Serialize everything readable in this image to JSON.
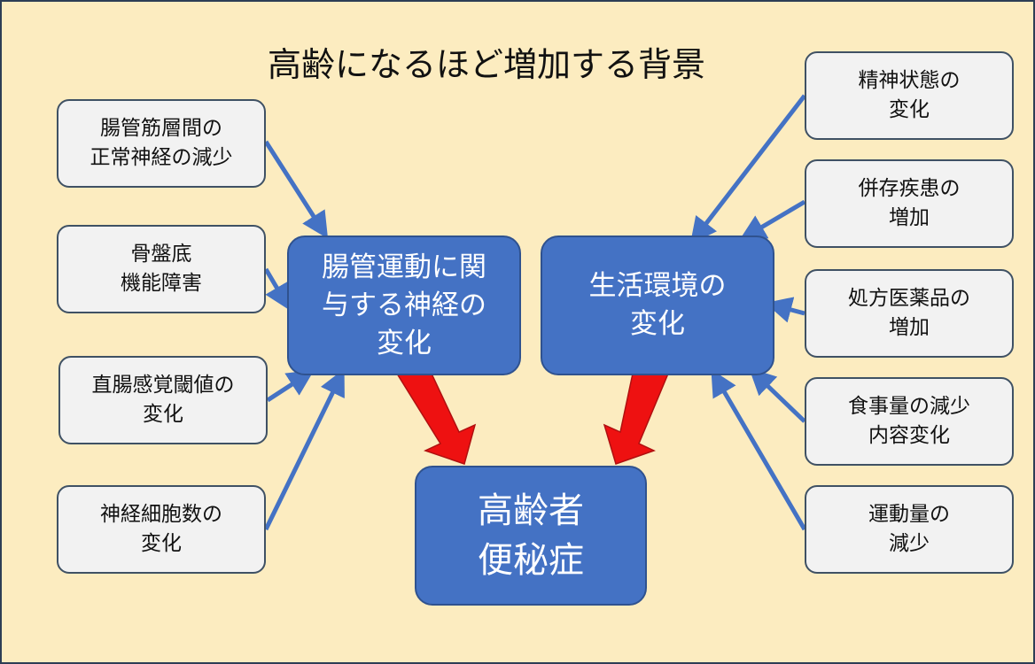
{
  "title": "高齢になるほど増加する背景",
  "left_factors": [
    {
      "line1": "腸管筋層間の",
      "line2": "正常神経の減少"
    },
    {
      "line1": "骨盤底",
      "line2": "機能障害"
    },
    {
      "line1": "直腸感覚閾値の",
      "line2": "変化"
    },
    {
      "line1": "神経細胞数の",
      "line2": "変化"
    }
  ],
  "right_factors": [
    {
      "line1": "精神状態の",
      "line2": "変化"
    },
    {
      "line1": "併存疾患の",
      "line2": "増加"
    },
    {
      "line1": "処方医薬品の",
      "line2": "増加"
    },
    {
      "line1": "食事量の減少",
      "line2": "内容変化"
    },
    {
      "line1": "運動量の",
      "line2": "減少"
    }
  ],
  "nerve_change": {
    "line1": "腸管運動に関",
    "line2": "与する神経の",
    "line3": "変化"
  },
  "life_change": {
    "line1": "生活環境の",
    "line2": "変化"
  },
  "result": {
    "line1": "高齢者",
    "line2": "便秘症"
  },
  "colors": {
    "background": "#fcecc0",
    "main_box": "#4472c4",
    "side_box": "#f2f2f2",
    "thin_arrow": "#4472c4",
    "thick_arrow": "#ee1111"
  }
}
